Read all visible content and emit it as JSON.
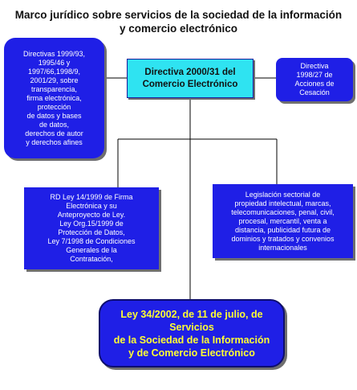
{
  "title": {
    "line1": "Marco jurídico sobre servicios de la sociedad de la información",
    "line2": "y comercio electrónico"
  },
  "boxes": {
    "left_directives": [
      "Directivas 1999/93,",
      "1995/46 y",
      "1997/66,1998/9,",
      "2001/29, sobre",
      "transparencia,",
      "firma electrónica,",
      "protección",
      "de datos y bases",
      "de datos,",
      "derechos de autor",
      "y derechos afines"
    ],
    "center_directive": [
      "Directiva 2000/31 del",
      "Comercio Electrónico"
    ],
    "right_directive": [
      "Directiva",
      "1998/27 de",
      "Acciones de",
      "Cesación"
    ],
    "spanish_laws": [
      "RD Ley 14/1999 de Firma",
      "Electrónica y su",
      "Anteproyecto de Ley.",
      "Ley Org.15/1999 de",
      "Protección de Datos,",
      "Ley 7/1998 de Condiciones",
      "Generales de la",
      "Contratación,"
    ],
    "sectoral": [
      "Legislación sectorial de",
      "propiedad intelectual, marcas,",
      "telecomunicaciones, penal, civil,",
      "procesal, mercantil, venta a",
      "distancia, publicidad futura de",
      "dominios y tratados y convenios",
      "internacionales"
    ],
    "law_34": [
      "Ley 34/2002, de 11 de julio, de",
      "Servicios",
      "de la Sociedad de la Información",
      "y de Comercio Electrónico"
    ]
  },
  "colors": {
    "box_blue": "#1f1fe6",
    "center_cyan": "#2fe3f1",
    "law_text_yellow": "#ffff33",
    "connector": "#000000"
  }
}
